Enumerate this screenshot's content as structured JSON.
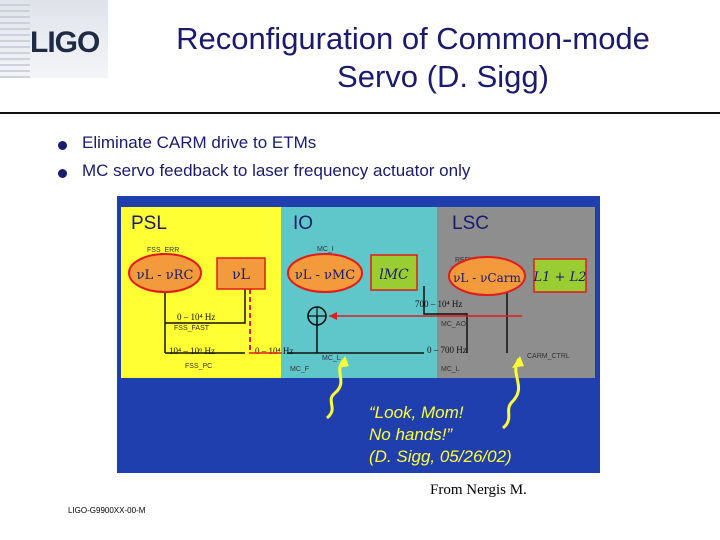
{
  "logo": {
    "text": "LIGO"
  },
  "title": {
    "line1": "Reconfiguration of Common-mode",
    "line2": "Servo (D. Sigg)"
  },
  "bullets": [
    "Eliminate CARM drive to ETMs",
    "MC servo feedback to laser frequency actuator only"
  ],
  "figure": {
    "sections": {
      "psl": "PSL",
      "io": "IO",
      "lsc": "LSC"
    },
    "colors": {
      "border": "#1f3fae",
      "psl": "#ffff33",
      "io": "#5fc7c9",
      "lsc": "#8e8e8e",
      "orange": "#f39a3c",
      "green": "#9acd32",
      "red": "#e11c1c"
    },
    "signals": {
      "fss_err": "FSS_ERR",
      "fss_fast": "FSS_FAST",
      "fss_pc": "FSS_PC",
      "mc_i": "MC_I",
      "mc_l": "MC_L",
      "mc_f": "MC_F",
      "refl_i": "REFL_I",
      "mc_ao": "MC_AO",
      "mc_l2": "MC_L",
      "carm_ctrl": "CARM_CTRL"
    },
    "bands": {
      "fast": "0 – 10⁴ Hz",
      "pc": "10⁴ – 10⁶ Hz",
      "mcf": "0 – 10⁴ Hz",
      "ao": "700 – 10⁴ Hz",
      "mcl": "0 – 700 Hz"
    },
    "blocks": {
      "nu_l_rc": "νL - νRC",
      "nu_l": "νL",
      "nu_l_mc": "νL - νMC",
      "l_mc": "lMC",
      "nu_l_carm": "νL - νCarm",
      "l1_l2": "L1 + L2"
    },
    "quote": {
      "line1": "“Look, Mom!",
      "line2": "No hands!”",
      "line3": "(D. Sigg, 05/26/02)"
    }
  },
  "caption": "From Nergis M.",
  "footer": "LIGO-G9900XX-00-M"
}
